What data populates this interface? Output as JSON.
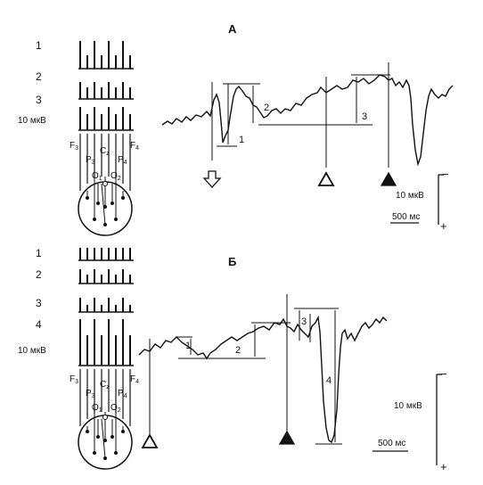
{
  "panel_a": {
    "title": "А",
    "row_labels": [
      "1",
      "2",
      "3"
    ],
    "electrodes": {
      "f3": "F",
      "f4": "F",
      "p3": "P",
      "p4": "P",
      "cz": "C",
      "o1": "O",
      "o2": "O",
      "f3_sub": "3",
      "f4_sub": "4",
      "p3_sub": "3",
      "p4_sub": "4",
      "cz_sub": "z",
      "o1_sub": "1",
      "o2_sub": "2"
    },
    "amp_scale": "10 мкВ",
    "measure_labels": [
      "1",
      "2",
      "3"
    ],
    "scalebar_amp": "10 мкВ",
    "scalebar_time": "500 мс",
    "polarity_neg": "−",
    "polarity_pos": "+"
  },
  "panel_b": {
    "title": "Б",
    "row_labels": [
      "1",
      "2",
      "3",
      "4"
    ],
    "electrodes": {
      "f3": "F",
      "f4": "F",
      "p3": "P",
      "p4": "P",
      "cz": "C",
      "o1": "O",
      "o2": "O",
      "f3_sub": "3",
      "f4_sub": "4",
      "p3_sub": "3",
      "p4_sub": "4",
      "cz_sub": "z",
      "o1_sub": "1",
      "o2_sub": "2"
    },
    "amp_scale": "10 мкВ",
    "measure_labels": [
      "1",
      "2",
      "3",
      "4"
    ],
    "scalebar_amp": "10 мкВ",
    "scalebar_time": "500 мс",
    "polarity_neg": "−",
    "polarity_pos": "+"
  }
}
